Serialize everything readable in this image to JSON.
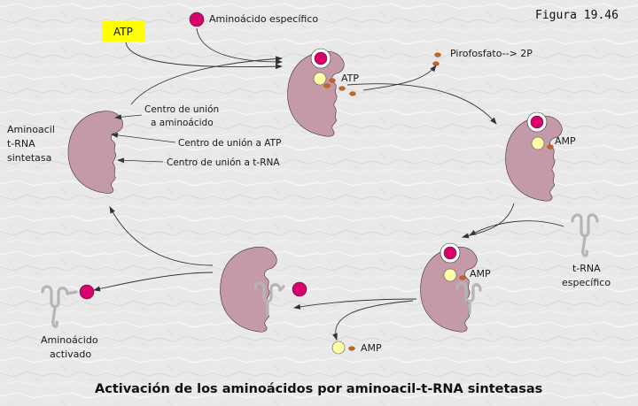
{
  "figure_label": "Figura 19.46",
  "caption": "Activación de los aminoácidos por aminoacil-t-RNA sintetasas",
  "labels": {
    "atp_box": "ATP",
    "amino_especifico": "Aminoácido específico",
    "pirofosfato": "Pirofosfato--> 2P",
    "atp_bound": "ATP",
    "amp_stage3": "AMP",
    "amp_stage4": "AMP",
    "amp_released": "AMP",
    "enzyme_line1": "Aminoacil",
    "enzyme_line2": "t-RNA",
    "enzyme_line3": "sintetasa",
    "site_aa_line1": "Centro de unión",
    "site_aa_line2": "a aminoácido",
    "site_atp": "Centro de unión a ATP",
    "site_trna": "Centro de unión a t-RNA",
    "trna_line1": "t-RNA",
    "trna_line2": "específico",
    "activated_line1": "Aminoácido",
    "activated_line2": "activado"
  },
  "colors": {
    "atp_box": "#ffff00",
    "enzyme": "#c49aa8",
    "amino_acid": "#d9006c",
    "atp_molecule": "#ffffa8",
    "pyrophosphate": "#c8651d",
    "trna": "#b5b5b5"
  }
}
